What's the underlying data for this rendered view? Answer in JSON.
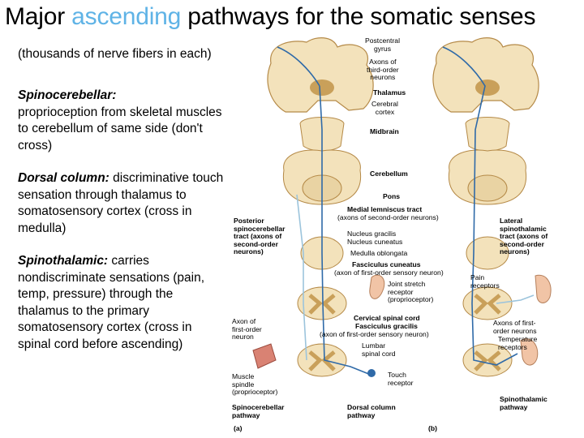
{
  "slide": {
    "title_pre": "Major ",
    "title_highlight": "ascending",
    "title_post": " pathways for the somatic senses",
    "subtitle": "(thousands of nerve fibers in each)",
    "paragraphs": [
      {
        "heading": "Spinocerebellar:",
        "text": " proprioception from skeletal muscles to cerebellum of same side (don't cross)"
      },
      {
        "heading": "Dorsal column:",
        "text": " discriminative touch sensation through thalamus to somatosensory cortex (cross in medulla)"
      },
      {
        "heading": "Spinothalamic:",
        "text": " carries nondiscriminate sensations (pain, temp, pressure) through the thalamus to the primary somatosensory cortex (cross in spinal cord before ascending)"
      }
    ]
  },
  "figure": {
    "colors": {
      "tissue": "#f3e2bb",
      "gray_matter": "#c9a05a",
      "outline": "#b58a48",
      "pathway_blue": "#2f6aa8",
      "pathway_light": "#9cc4dc",
      "muscle": "#d98273"
    },
    "labels": {
      "postcentral_gyrus": "Postcentral\ngyrus",
      "third_order": "Axons of\nthird-order\nneurons",
      "thalamus": "Thalamus",
      "cerebral_cortex": "Cerebral\ncortex",
      "midbrain": "Midbrain",
      "cerebellum": "Cerebellum",
      "pons": "Pons",
      "medial_lemniscus": "Medial lemniscus tract",
      "second_order_1": "(axons of second-order neurons)",
      "posterior_spinocerebellar": "Posterior\nspinocerebellar\ntract (axons of\nsecond-order\nneurons)",
      "nucleus_gracilis": "Nucleus gracilis",
      "nucleus_cuneatus": "Nucleus cuneatus",
      "medulla": "Medulla oblongata",
      "fasciculus_cuneatus": "Fasciculus cuneatus",
      "first_order_1": "(axon of first-order sensory neuron)",
      "joint_stretch": "Joint stretch\nreceptor\n(proprioceptor)",
      "lateral_spinothalamic": "Lateral\nspinothalamic\ntract (axons of\nsecond-order\nneurons)",
      "pain_receptors": "Pain\nreceptors",
      "cervical": "Cervical spinal cord",
      "fasciculus_gracilis": "Fasciculus gracilis",
      "first_order_2": "(axon of first-order sensory neuron)",
      "axon_first_order": "Axon of\nfirst-order\nneuron",
      "axons_first_order_right": "Axons of first-\norder neurons",
      "temperature": "Temperature\nreceptors",
      "lumbar": "Lumbar\nspinal cord",
      "muscle_spindle": "Muscle\nspindle\n(proprioceptor)",
      "touch_receptor": "Touch\nreceptor",
      "spinocerebellar_pathway": "Spinocerebellar\npathway",
      "dorsal_column_pathway": "Dorsal column\npathway",
      "spinothalamic_pathway": "Spinothalamic\npathway",
      "panel_a": "(a)",
      "panel_b": "(b)"
    }
  }
}
